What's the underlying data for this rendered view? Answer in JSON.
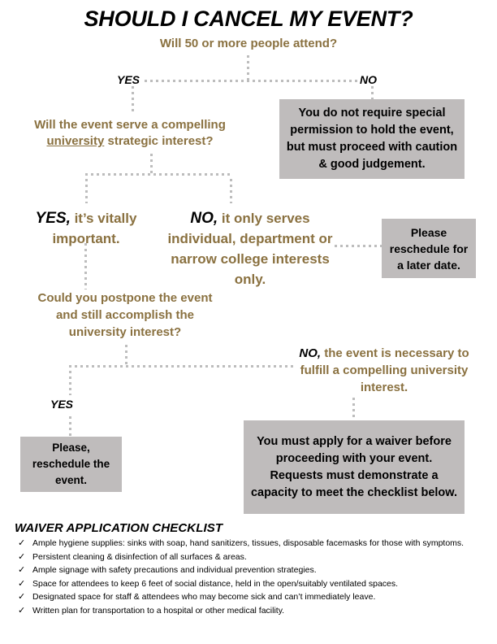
{
  "title": "SHOULD I CANCEL MY EVENT?",
  "colors": {
    "accent_brown": "#8A7140",
    "box_gray": "#BFBCBC",
    "connector_gray": "#BDBDBD",
    "text_black": "#000000"
  },
  "flow": {
    "q1": "Will 50 or more people attend?",
    "q1_yes_label": "YES",
    "q1_no_label": "NO",
    "q1_no_result": "You do not require special permission to hold the event, but must proceed with caution & good judgement.",
    "q2_line1": "Will the event serve a compelling",
    "q2_underlined_word": "university",
    "q2_line2_rest": " strategic interest?",
    "q2_yes_bold": "YES,",
    "q2_yes_rest": " it’s vitally important.",
    "q2_no_bold": "NO,",
    "q2_no_rest": " it only serves individual, department or narrow college interests only.",
    "q2_no_result": "Please reschedule for a later date.",
    "q3": "Could you postpone the event and still accomplish the university interest?",
    "q3_yes_label": "YES",
    "q3_yes_result": "Please, reschedule the event.",
    "q3_no_bold": "NO,",
    "q3_no_rest": " the event is necessary to fulfill a compelling university interest.",
    "q3_no_result": "You must apply for a waiver before proceeding with your event. Requests must demonstrate a capacity to meet the checklist below."
  },
  "checklist": {
    "heading": "WAIVER APPLICATION CHECKLIST",
    "check_glyph": "✓",
    "items": [
      "Ample hygiene supplies: sinks with soap, hand sanitizers, tissues, disposable facemasks for those with symptoms.",
      "Persistent cleaning & disinfection of all surfaces & areas.",
      "Ample signage with safety precautions and individual prevention strategies.",
      "Space for attendees to keep 6 feet of social distance, held in the open/suitably ventilated spaces.",
      "Designated space for staff & attendees who may become sick and can’t immediately leave.",
      "Written plan for transportation to a hospital or other medical facility."
    ]
  }
}
